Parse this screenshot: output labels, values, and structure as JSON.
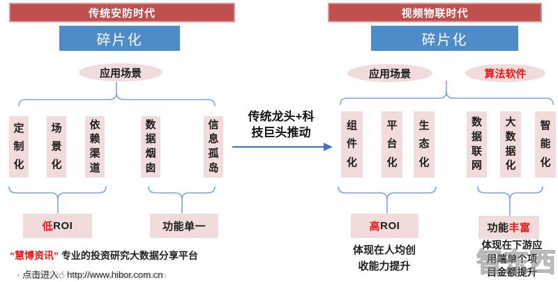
{
  "palette": {
    "banner_red": "#C0504D",
    "banner_border": "#D99694",
    "box_blue": "#4E8CC9",
    "pink": "#F2DCDB",
    "accent_red": "#F01414",
    "line_blue": "#7BA6DB",
    "arrow_blue": "#4472C4"
  },
  "left": {
    "era": "传统安防时代",
    "trait": "碎片化",
    "oval_scene": "应用场景",
    "factors": [
      "定制化",
      "场景化",
      "依赖渠道",
      "数据烟囱",
      "信息孤岛"
    ],
    "roi": {
      "highlight": "低",
      "rest": "ROI"
    },
    "func": "功能单一"
  },
  "center": {
    "driver": "传统龙头+科\n技巨头推动"
  },
  "right": {
    "era": "视频物联时代",
    "trait": "碎片化",
    "oval_scene": "应用场景",
    "oval_algo": "算法软件",
    "factors": [
      "组件化",
      "平台化",
      "生态化",
      "数据联网",
      "大数据化",
      "智能化"
    ],
    "roi": {
      "highlight": "高",
      "rest": "ROI"
    },
    "func": {
      "prefix": "功能",
      "highlight": "丰富"
    },
    "roi_note": "体现在人均创\n收能力提升",
    "func_note": "体现在下游应\n用端单个项\n目金额提升"
  },
  "footer": {
    "brand": "“慧博资讯”",
    "tagline": "专业的投资研究大数据分享平台",
    "bullet": "·",
    "link_label": "点击进入",
    "hand_icon": "☝",
    "url": "http://www.hibor.com.cn"
  },
  "watermark": "智东西"
}
